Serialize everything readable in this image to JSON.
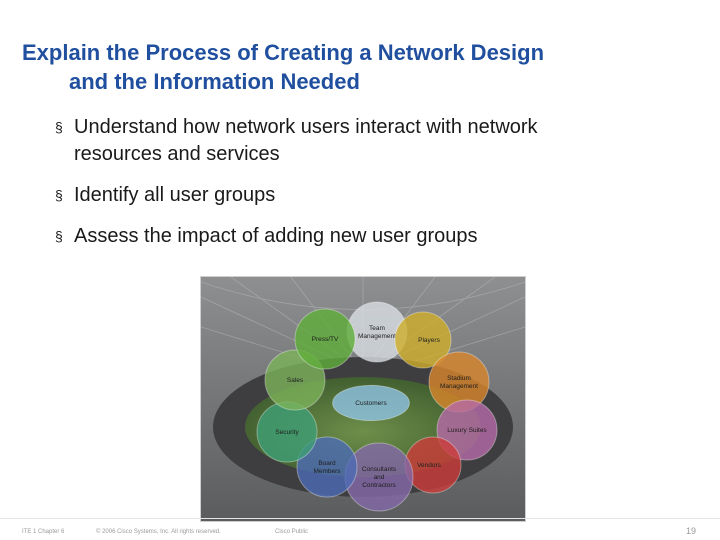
{
  "slide": {
    "title_line1": "Explain the Process of Creating a Network Design",
    "title_line2": "and the Information Needed",
    "bullet_marker": "§",
    "bullets": [
      {
        "line1": "Understand how network users interact with network",
        "line2": "resources and services"
      },
      {
        "line1": "Identify all user groups"
      },
      {
        "line1": "Assess the impact of adding new user groups"
      }
    ]
  },
  "diagram": {
    "groups": [
      {
        "label": "Team Management",
        "lines": [
          "Team",
          "Management"
        ],
        "color": "#d9dee4"
      },
      {
        "label": "Players",
        "lines": [
          "Players"
        ],
        "color": "#cfae2a"
      },
      {
        "label": "Stadium Management",
        "lines": [
          "Stadium",
          "Management"
        ],
        "color": "#d9862a"
      },
      {
        "label": "Luxury Suites",
        "lines": [
          "Luxury Suites"
        ],
        "color": "#b76aa8"
      },
      {
        "label": "Vendors",
        "lines": [
          "Vendors"
        ],
        "color": "#cc3c3a"
      },
      {
        "label": "Consultants and Contractors",
        "lines": [
          "Consultants",
          "and",
          "Contractors"
        ],
        "color": "#8569a9"
      },
      {
        "label": "Board Members",
        "lines": [
          "Board",
          "Members"
        ],
        "color": "#4c6bb4"
      },
      {
        "label": "Security",
        "lines": [
          "Security"
        ],
        "color": "#3f9f76"
      },
      {
        "label": "Sales",
        "lines": [
          "Sales"
        ],
        "color": "#7cb35a"
      },
      {
        "label": "Press/TV",
        "lines": [
          "Press/TV"
        ],
        "color": "#5fae3a"
      },
      {
        "label": "Customers",
        "lines": [
          "Customers"
        ],
        "color": "#8ec3e4"
      }
    ]
  },
  "footer": {
    "course": "ITE 1 Chapter 6",
    "copyright": "© 2006 Cisco Systems, Inc. All rights reserved.",
    "classification": "Cisco Public",
    "page": "19"
  }
}
